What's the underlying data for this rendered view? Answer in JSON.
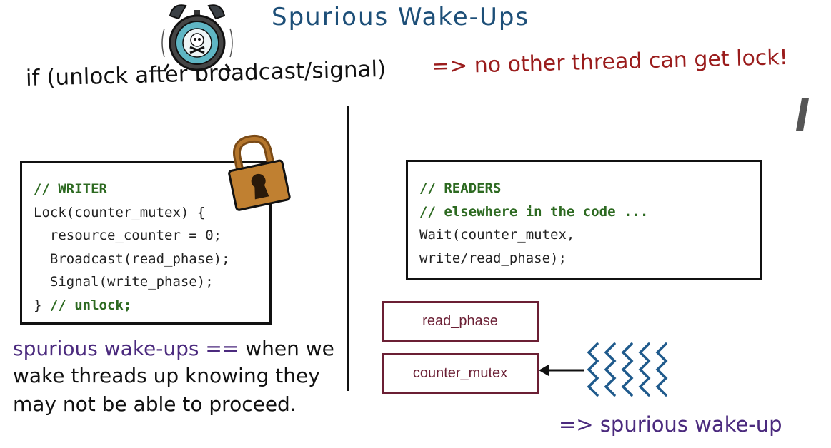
{
  "title": "Spurious Wake-Ups",
  "condition": {
    "text": "if (unlock after broadcast/signal)",
    "result": "=> no other thread can get lock!"
  },
  "writer_code": {
    "lines": [
      {
        "code": "",
        "comment": "// WRITER"
      },
      {
        "code": "Lock(counter_mutex) {",
        "comment": ""
      },
      {
        "code": "  resource_counter = 0;",
        "comment": ""
      },
      {
        "code": "  Broadcast(read_phase);",
        "comment": ""
      },
      {
        "code": "  Signal(write_phase);",
        "comment": ""
      },
      {
        "code": "} ",
        "comment": "// unlock;"
      }
    ]
  },
  "readers_code": {
    "lines": [
      {
        "code": "",
        "comment": "// READERS"
      },
      {
        "code": "",
        "comment": "// elsewhere in the code ..."
      },
      {
        "code": "Wait(counter_mutex,",
        "comment": ""
      },
      {
        "code": "write/read_phase);",
        "comment": ""
      }
    ]
  },
  "state_boxes": {
    "read_phase": "read_phase",
    "counter_mutex": "counter_mutex"
  },
  "notes": {
    "definition_term": "spurious wake-ups ==",
    "definition_line1_rest": "when we",
    "definition_line2": "wake threads up knowing they",
    "definition_line3": "may not be able to proceed."
  },
  "arrow_note": "=> spurious wake-up",
  "icons": [
    "alarm-clock-skull-icon",
    "padlock-icon",
    "wavy-threads-icon",
    "arrow-left-icon"
  ],
  "colors": {
    "title": "#1d4f78",
    "result": "#9a1c1c",
    "comment": "#2d6a21",
    "state_box": "#6b1f34",
    "note_purple": "#4b2a7e",
    "threads": "#1f5a8c"
  }
}
